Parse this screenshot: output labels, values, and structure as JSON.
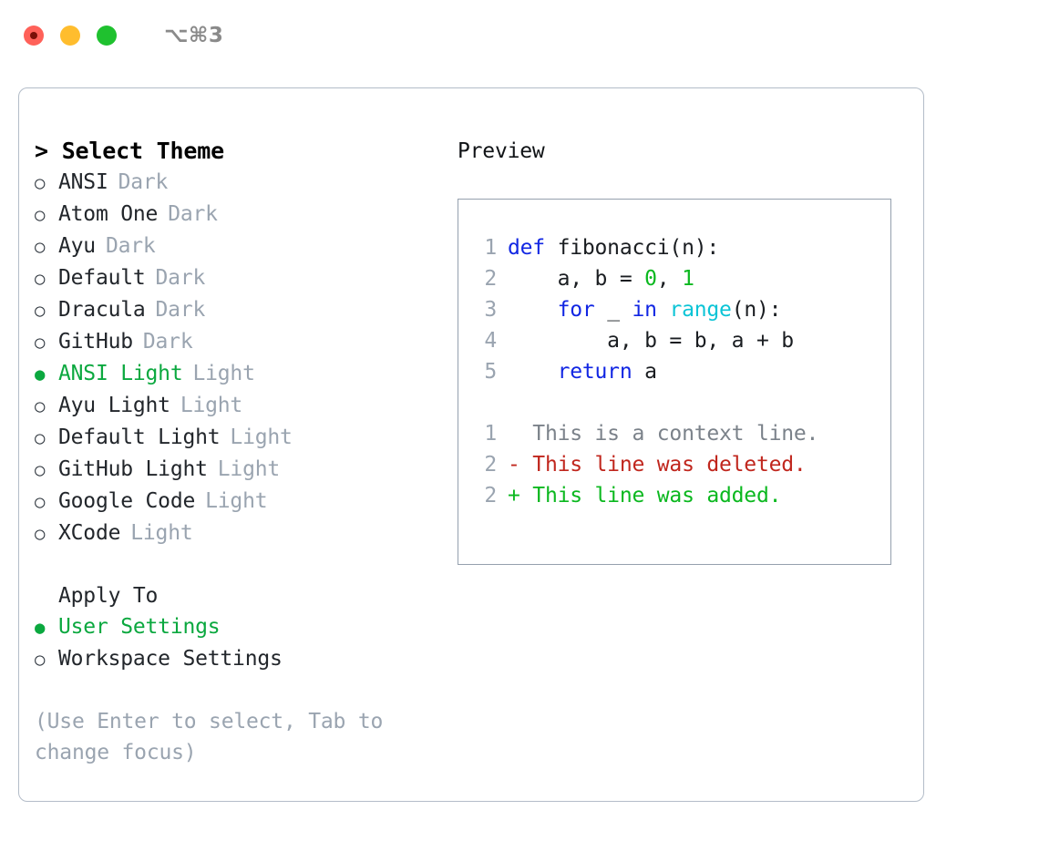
{
  "titlebar": {
    "shortcut": "⌥⌘3",
    "controls": [
      "close",
      "minimize",
      "maximize"
    ]
  },
  "theme_picker": {
    "header": "> Select Theme",
    "options": [
      {
        "bullet": "○",
        "label": "ANSI",
        "tag": "Dark",
        "selected": false
      },
      {
        "bullet": "○",
        "label": "Atom One",
        "tag": "Dark",
        "selected": false
      },
      {
        "bullet": "○",
        "label": "Ayu",
        "tag": "Dark",
        "selected": false
      },
      {
        "bullet": "○",
        "label": "Default",
        "tag": "Dark",
        "selected": false
      },
      {
        "bullet": "○",
        "label": "Dracula",
        "tag": "Dark",
        "selected": false
      },
      {
        "bullet": "○",
        "label": "GitHub",
        "tag": "Dark",
        "selected": false
      },
      {
        "bullet": "●",
        "label": "ANSI Light",
        "tag": "Light",
        "selected": true
      },
      {
        "bullet": "○",
        "label": "Ayu Light",
        "tag": "Light",
        "selected": false
      },
      {
        "bullet": "○",
        "label": "Default Light",
        "tag": "Light",
        "selected": false
      },
      {
        "bullet": "○",
        "label": "GitHub Light",
        "tag": "Light",
        "selected": false
      },
      {
        "bullet": "○",
        "label": "Google Code",
        "tag": "Light",
        "selected": false
      },
      {
        "bullet": "○",
        "label": "XCode",
        "tag": "Light",
        "selected": false
      }
    ]
  },
  "apply_to": {
    "header": "Apply To",
    "options": [
      {
        "bullet": "●",
        "label": "User Settings",
        "selected": true
      },
      {
        "bullet": "○",
        "label": "Workspace Settings",
        "selected": false
      }
    ]
  },
  "hint": "(Use Enter to select, Tab to change focus)",
  "preview": {
    "title": "Preview",
    "code_lines": [
      {
        "no": "1",
        "tokens": [
          {
            "t": "def ",
            "c": "kw"
          },
          {
            "t": "fibonacci(n):",
            "c": "plain"
          }
        ]
      },
      {
        "no": "2",
        "tokens": [
          {
            "t": "    a, b = ",
            "c": "plain"
          },
          {
            "t": "0",
            "c": "num"
          },
          {
            "t": ", ",
            "c": "plain"
          },
          {
            "t": "1",
            "c": "num"
          }
        ]
      },
      {
        "no": "3",
        "tokens": [
          {
            "t": "    ",
            "c": "plain"
          },
          {
            "t": "for",
            "c": "kw"
          },
          {
            "t": " _ ",
            "c": "plain"
          },
          {
            "t": "in",
            "c": "kw"
          },
          {
            "t": " ",
            "c": "plain"
          },
          {
            "t": "range",
            "c": "fn"
          },
          {
            "t": "(n):",
            "c": "plain"
          }
        ]
      },
      {
        "no": "4",
        "tokens": [
          {
            "t": "        a, b = b, a + b",
            "c": "plain"
          }
        ]
      },
      {
        "no": "5",
        "tokens": [
          {
            "t": "    ",
            "c": "plain"
          },
          {
            "t": "return",
            "c": "kw"
          },
          {
            "t": " a",
            "c": "plain"
          }
        ]
      }
    ],
    "diff_lines": [
      {
        "no": "1",
        "marker": "  ",
        "text": "This is a context line.",
        "kind": "ctx"
      },
      {
        "no": "2",
        "marker": "- ",
        "text": "This line was deleted.",
        "kind": "del"
      },
      {
        "no": "2",
        "marker": "+ ",
        "text": "This line was added.",
        "kind": "add"
      }
    ]
  },
  "colors": {
    "accent_green": "#0ba83f",
    "muted": "#9aa4b0",
    "keyword": "#1126e3",
    "function": "#0bc4d6",
    "number": "#0bb81f",
    "diff_delete": "#c0261d",
    "diff_add": "#0bb81f",
    "border": "#95a0ae"
  }
}
